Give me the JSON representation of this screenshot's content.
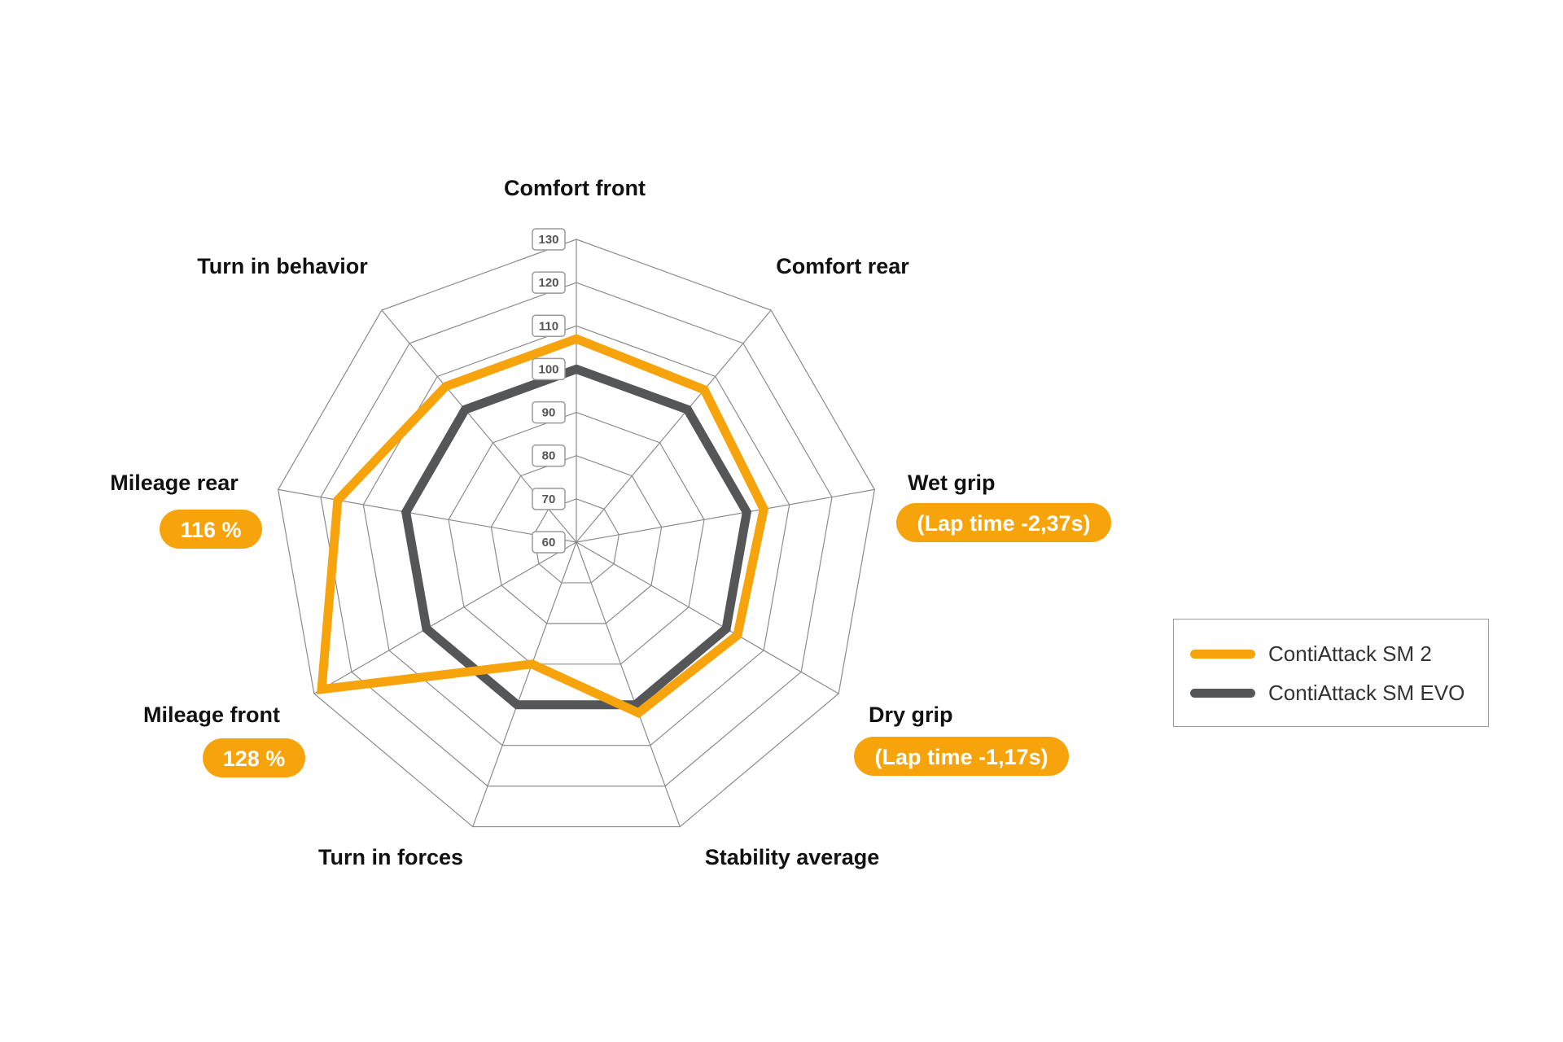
{
  "chart_data": {
    "type": "radar",
    "title": "",
    "axes": [
      "Comfort front",
      "Comfort rear",
      "Wet grip",
      "Dry grip",
      "Stability average",
      "Turn in forces",
      "Mileage front",
      "Mileage rear",
      "Turn in behavior"
    ],
    "rlim": [
      60,
      130
    ],
    "ticks": [
      60,
      70,
      80,
      90,
      100,
      110,
      120,
      130
    ],
    "grid": true,
    "series": [
      {
        "name": "ContiAttack SM 2",
        "color": "#f7a30c",
        "values": [
          107,
          106,
          104,
          103,
          102,
          90,
          128,
          116,
          107
        ]
      },
      {
        "name": "ContiAttack SM EVO",
        "color": "#555658",
        "values": [
          100,
          100,
          100,
          100,
          100,
          100,
          100,
          100,
          100
        ]
      }
    ],
    "annotations": [
      {
        "axis": "Wet grip",
        "text": "(Lap time -2,37s)"
      },
      {
        "axis": "Dry grip",
        "text": "(Lap time -1,17s)"
      },
      {
        "axis": "Mileage front",
        "text": "128 %"
      },
      {
        "axis": "Mileage rear",
        "text": "116 %"
      }
    ],
    "legend": "right",
    "badge_color": "#f7a30c",
    "grid_color": "#8c8c8c"
  }
}
